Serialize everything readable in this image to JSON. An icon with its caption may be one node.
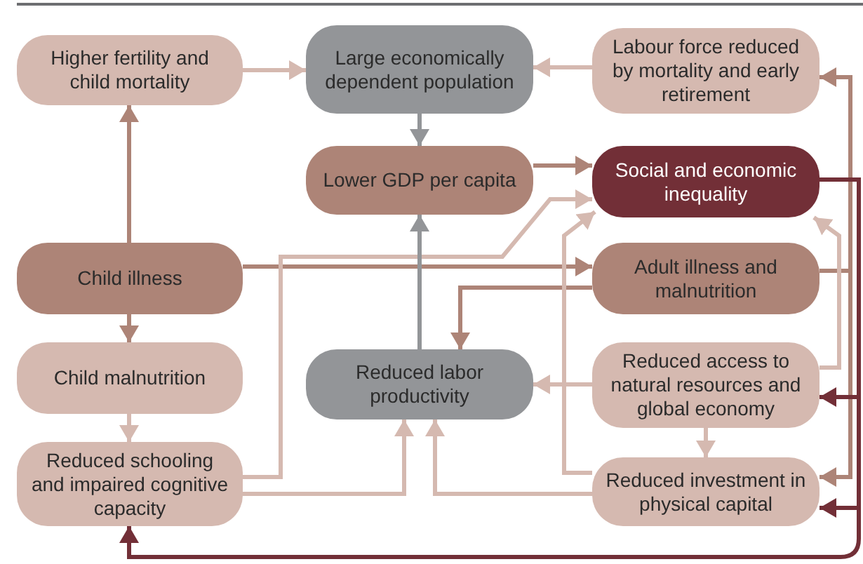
{
  "diagram": {
    "nodes": [
      {
        "text": [
          "Higher fertility and child mortality"
        ]
      },
      {
        "text": [
          "Large economically dependent population"
        ]
      },
      {
        "text": [
          "Labour force reduced by mortality and early retirement"
        ]
      },
      {
        "text": [
          "Lower GDP per capita"
        ]
      },
      {
        "text": [
          "Social and economic inequality"
        ]
      },
      {
        "text": [
          "Child illness"
        ]
      },
      {
        "text": [
          "Adult illness and malnutrition"
        ]
      },
      {
        "text": [
          "Child malnutrition"
        ]
      },
      {
        "text": [
          "Reduced labor productivity"
        ]
      },
      {
        "text": [
          "Reduced access to natural resources and global economy"
        ]
      },
      {
        "text": [
          "Reduced schooling and impaired cognitive capacity"
        ]
      },
      {
        "text": [
          "Reduced investment in physical capital"
        ]
      }
    ],
    "edges": [
      {
        "from": 0,
        "to": 1,
        "arrow": "to"
      },
      {
        "from": 2,
        "to": 1,
        "arrow": "to"
      },
      {
        "from": 1,
        "to": 3,
        "arrow": "to",
        "color": "#939598"
      },
      {
        "from": 3,
        "to": 4,
        "arrow": "to",
        "color": "#ad8477"
      },
      {
        "from": 5,
        "to": 0,
        "arrow": "to",
        "color": "#ad8477"
      },
      {
        "from": 5,
        "to": 7,
        "arrow": "to",
        "color": "#ad8477"
      },
      {
        "from": 7,
        "to": 10,
        "arrow": "to"
      },
      {
        "from": 5,
        "to": 6,
        "arrow": "to",
        "color": "#ad8477"
      },
      {
        "from": 6,
        "to": 2,
        "arrow": "to",
        "color": "#ad8477"
      },
      {
        "from": 6,
        "to": 11,
        "arrow": "to",
        "color": "#ad8477"
      },
      {
        "from": 6,
        "to": 8,
        "arrow": "to",
        "color": "#ad8477"
      },
      {
        "from": 4,
        "to": 9,
        "arrow": "to",
        "color": "#722f37"
      },
      {
        "from": 4,
        "to": 11,
        "arrow": "to",
        "color": "#722f37"
      },
      {
        "from": 4,
        "to": 10,
        "arrow": "to",
        "color": "#722f37"
      },
      {
        "from": 10,
        "to": 4,
        "arrow": "to"
      },
      {
        "from": 10,
        "to": 8,
        "arrow": "to"
      },
      {
        "from": 11,
        "to": 8,
        "arrow": "to"
      },
      {
        "from": 9,
        "to": 8,
        "arrow": "to"
      },
      {
        "from": 9,
        "to": 11,
        "arrow": "to"
      },
      {
        "from": 11,
        "to": 4,
        "arrow": "to"
      },
      {
        "from": 9,
        "to": 4,
        "arrow": "to"
      },
      {
        "from": 8,
        "to": 3,
        "arrow": "to",
        "color": "#939598"
      }
    ]
  }
}
